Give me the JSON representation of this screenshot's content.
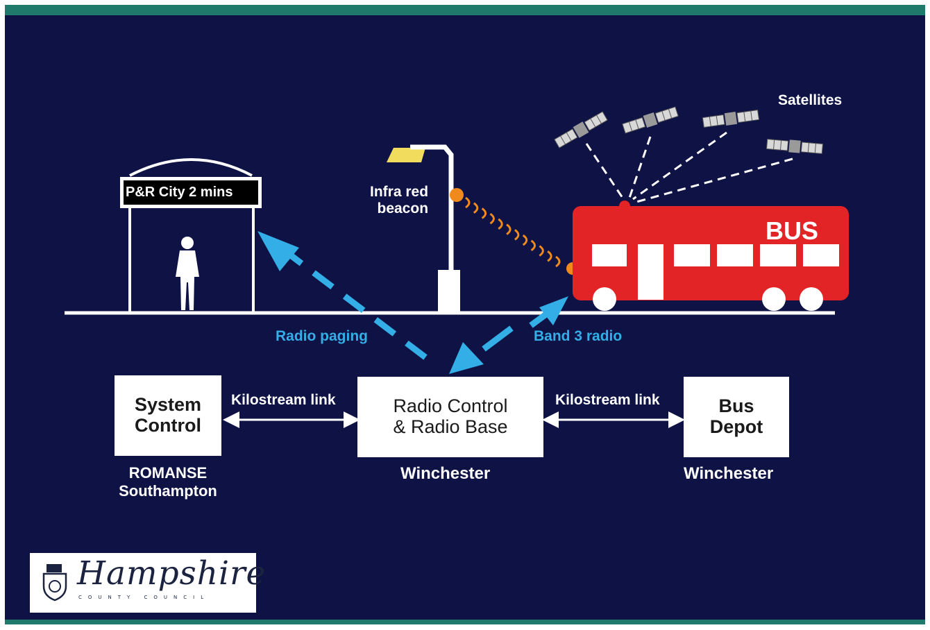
{
  "labels": {
    "satellites": "Satellites",
    "sign": "P&R City  2 mins",
    "beacon_line1": "Infra red",
    "beacon_line2": "beacon",
    "bus": "BUS",
    "radio_paging": "Radio paging",
    "band3": "Band 3 radio",
    "kilostream_left": "Kilostream link",
    "kilostream_right": "Kilostream link"
  },
  "boxes": {
    "system_control_line1": "System",
    "system_control_line2": "Control",
    "radio_control_line1": "Radio Control",
    "radio_control_line2": "& Radio Base",
    "bus_depot_line1": "Bus",
    "bus_depot_line2": "Depot"
  },
  "locations": {
    "romanse_line1": "ROMANSE",
    "romanse_line2": "Southampton",
    "winchester_center": "Winchester",
    "winchester_right": "Winchester"
  },
  "logo": {
    "name": "Hampshire",
    "sub": "COUNTY COUNCIL"
  },
  "colors": {
    "background": "#0e1245",
    "frame": "#1f7a6c",
    "bus": "#e32426",
    "radio_arrow": "#33aee6",
    "infrared": "#f08a1c",
    "lamp": "#f2dc5d"
  }
}
